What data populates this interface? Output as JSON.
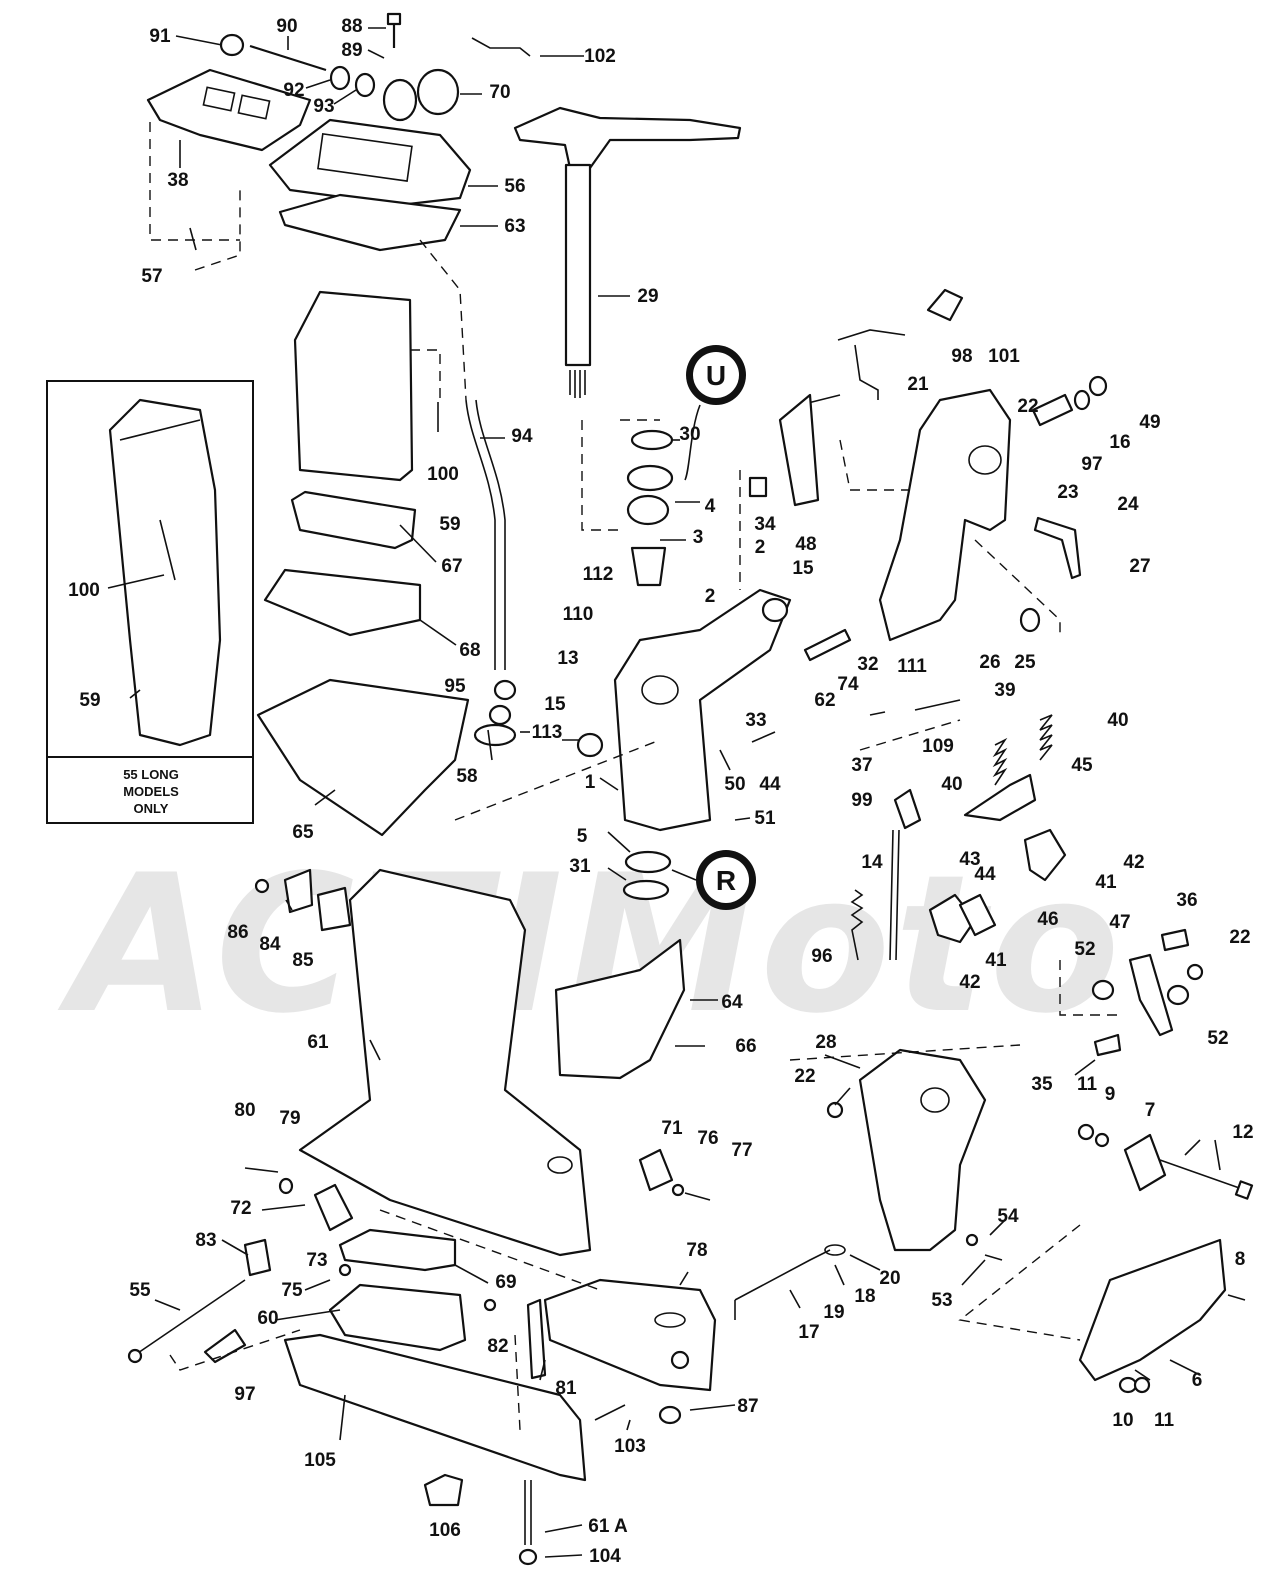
{
  "watermark": "ACTIMoto",
  "inset_note": {
    "line1": "55 LONG",
    "line2": "MODELS",
    "line3": "ONLY"
  },
  "symbols": {
    "upper": "U",
    "lower": "R"
  },
  "callouts": [
    {
      "id": "91",
      "text": "91"
    },
    {
      "id": "90",
      "text": "90"
    },
    {
      "id": "88",
      "text": "88"
    },
    {
      "id": "89",
      "text": "89"
    },
    {
      "id": "102",
      "text": "102"
    },
    {
      "id": "92",
      "text": "92"
    },
    {
      "id": "93",
      "text": "93"
    },
    {
      "id": "70",
      "text": "70"
    },
    {
      "id": "38",
      "text": "38"
    },
    {
      "id": "56",
      "text": "56"
    },
    {
      "id": "63",
      "text": "63"
    },
    {
      "id": "57",
      "text": "57"
    },
    {
      "id": "29",
      "text": "29"
    },
    {
      "id": "98",
      "text": "98"
    },
    {
      "id": "101",
      "text": "101"
    },
    {
      "id": "21",
      "text": "21"
    },
    {
      "id": "94",
      "text": "94"
    },
    {
      "id": "100a",
      "text": "100"
    },
    {
      "id": "100b",
      "text": "100"
    },
    {
      "id": "30",
      "text": "30"
    },
    {
      "id": "4",
      "text": "4"
    },
    {
      "id": "22a",
      "text": "22"
    },
    {
      "id": "49",
      "text": "49"
    },
    {
      "id": "16",
      "text": "16"
    },
    {
      "id": "97a",
      "text": "97"
    },
    {
      "id": "23",
      "text": "23"
    },
    {
      "id": "24",
      "text": "24"
    },
    {
      "id": "27",
      "text": "27"
    },
    {
      "id": "34",
      "text": "34"
    },
    {
      "id": "48",
      "text": "48"
    },
    {
      "id": "59a",
      "text": "59"
    },
    {
      "id": "59b",
      "text": "59"
    },
    {
      "id": "67",
      "text": "67"
    },
    {
      "id": "3",
      "text": "3"
    },
    {
      "id": "112",
      "text": "112"
    },
    {
      "id": "2a",
      "text": "2"
    },
    {
      "id": "2b",
      "text": "2"
    },
    {
      "id": "15a",
      "text": "15"
    },
    {
      "id": "68",
      "text": "68"
    },
    {
      "id": "110",
      "text": "110"
    },
    {
      "id": "13",
      "text": "13"
    },
    {
      "id": "26",
      "text": "26"
    },
    {
      "id": "25",
      "text": "25"
    },
    {
      "id": "32",
      "text": "32"
    },
    {
      "id": "74",
      "text": "74"
    },
    {
      "id": "62",
      "text": "62"
    },
    {
      "id": "111",
      "text": "111"
    },
    {
      "id": "95",
      "text": "95"
    },
    {
      "id": "15b",
      "text": "15"
    },
    {
      "id": "113",
      "text": "113"
    },
    {
      "id": "33",
      "text": "33"
    },
    {
      "id": "39",
      "text": "39"
    },
    {
      "id": "40a",
      "text": "40"
    },
    {
      "id": "109",
      "text": "109"
    },
    {
      "id": "58",
      "text": "58"
    },
    {
      "id": "1",
      "text": "1"
    },
    {
      "id": "50",
      "text": "50"
    },
    {
      "id": "44a",
      "text": "44"
    },
    {
      "id": "37",
      "text": "37"
    },
    {
      "id": "45",
      "text": "45"
    },
    {
      "id": "40b",
      "text": "40"
    },
    {
      "id": "99",
      "text": "99"
    },
    {
      "id": "65",
      "text": "65"
    },
    {
      "id": "51",
      "text": "51"
    },
    {
      "id": "5",
      "text": "5"
    },
    {
      "id": "31",
      "text": "31"
    },
    {
      "id": "14",
      "text": "14"
    },
    {
      "id": "43",
      "text": "43"
    },
    {
      "id": "42a",
      "text": "42"
    },
    {
      "id": "41a",
      "text": "41"
    },
    {
      "id": "44b",
      "text": "44"
    },
    {
      "id": "46",
      "text": "46"
    },
    {
      "id": "86",
      "text": "86"
    },
    {
      "id": "84",
      "text": "84"
    },
    {
      "id": "85",
      "text": "85"
    },
    {
      "id": "36",
      "text": "36"
    },
    {
      "id": "96",
      "text": "96"
    },
    {
      "id": "41b",
      "text": "41"
    },
    {
      "id": "42b",
      "text": "42"
    },
    {
      "id": "47",
      "text": "47"
    },
    {
      "id": "52a",
      "text": "52"
    },
    {
      "id": "22b",
      "text": "22"
    },
    {
      "id": "64",
      "text": "64"
    },
    {
      "id": "52b",
      "text": "52"
    },
    {
      "id": "61",
      "text": "61"
    },
    {
      "id": "66",
      "text": "66"
    },
    {
      "id": "28",
      "text": "28"
    },
    {
      "id": "35",
      "text": "35"
    },
    {
      "id": "22c",
      "text": "22"
    },
    {
      "id": "11a",
      "text": "11"
    },
    {
      "id": "9",
      "text": "9"
    },
    {
      "id": "7",
      "text": "7"
    },
    {
      "id": "80",
      "text": "80"
    },
    {
      "id": "79",
      "text": "79"
    },
    {
      "id": "71",
      "text": "71"
    },
    {
      "id": "76",
      "text": "76"
    },
    {
      "id": "77",
      "text": "77"
    },
    {
      "id": "12",
      "text": "12"
    },
    {
      "id": "72",
      "text": "72"
    },
    {
      "id": "54",
      "text": "54"
    },
    {
      "id": "83",
      "text": "83"
    },
    {
      "id": "73",
      "text": "73"
    },
    {
      "id": "75",
      "text": "75"
    },
    {
      "id": "69",
      "text": "69"
    },
    {
      "id": "78",
      "text": "78"
    },
    {
      "id": "20",
      "text": "20"
    },
    {
      "id": "55",
      "text": "55"
    },
    {
      "id": "18",
      "text": "18"
    },
    {
      "id": "53",
      "text": "53"
    },
    {
      "id": "60",
      "text": "60"
    },
    {
      "id": "82",
      "text": "82"
    },
    {
      "id": "19",
      "text": "19"
    },
    {
      "id": "8",
      "text": "8"
    },
    {
      "id": "17",
      "text": "17"
    },
    {
      "id": "81",
      "text": "81"
    },
    {
      "id": "97b",
      "text": "97"
    },
    {
      "id": "87",
      "text": "87"
    },
    {
      "id": "6",
      "text": "6"
    },
    {
      "id": "103",
      "text": "103"
    },
    {
      "id": "10",
      "text": "10"
    },
    {
      "id": "11b",
      "text": "11"
    },
    {
      "id": "105",
      "text": "105"
    },
    {
      "id": "61A",
      "text": "61 A"
    },
    {
      "id": "104",
      "text": "104"
    },
    {
      "id": "106",
      "text": "106"
    }
  ]
}
